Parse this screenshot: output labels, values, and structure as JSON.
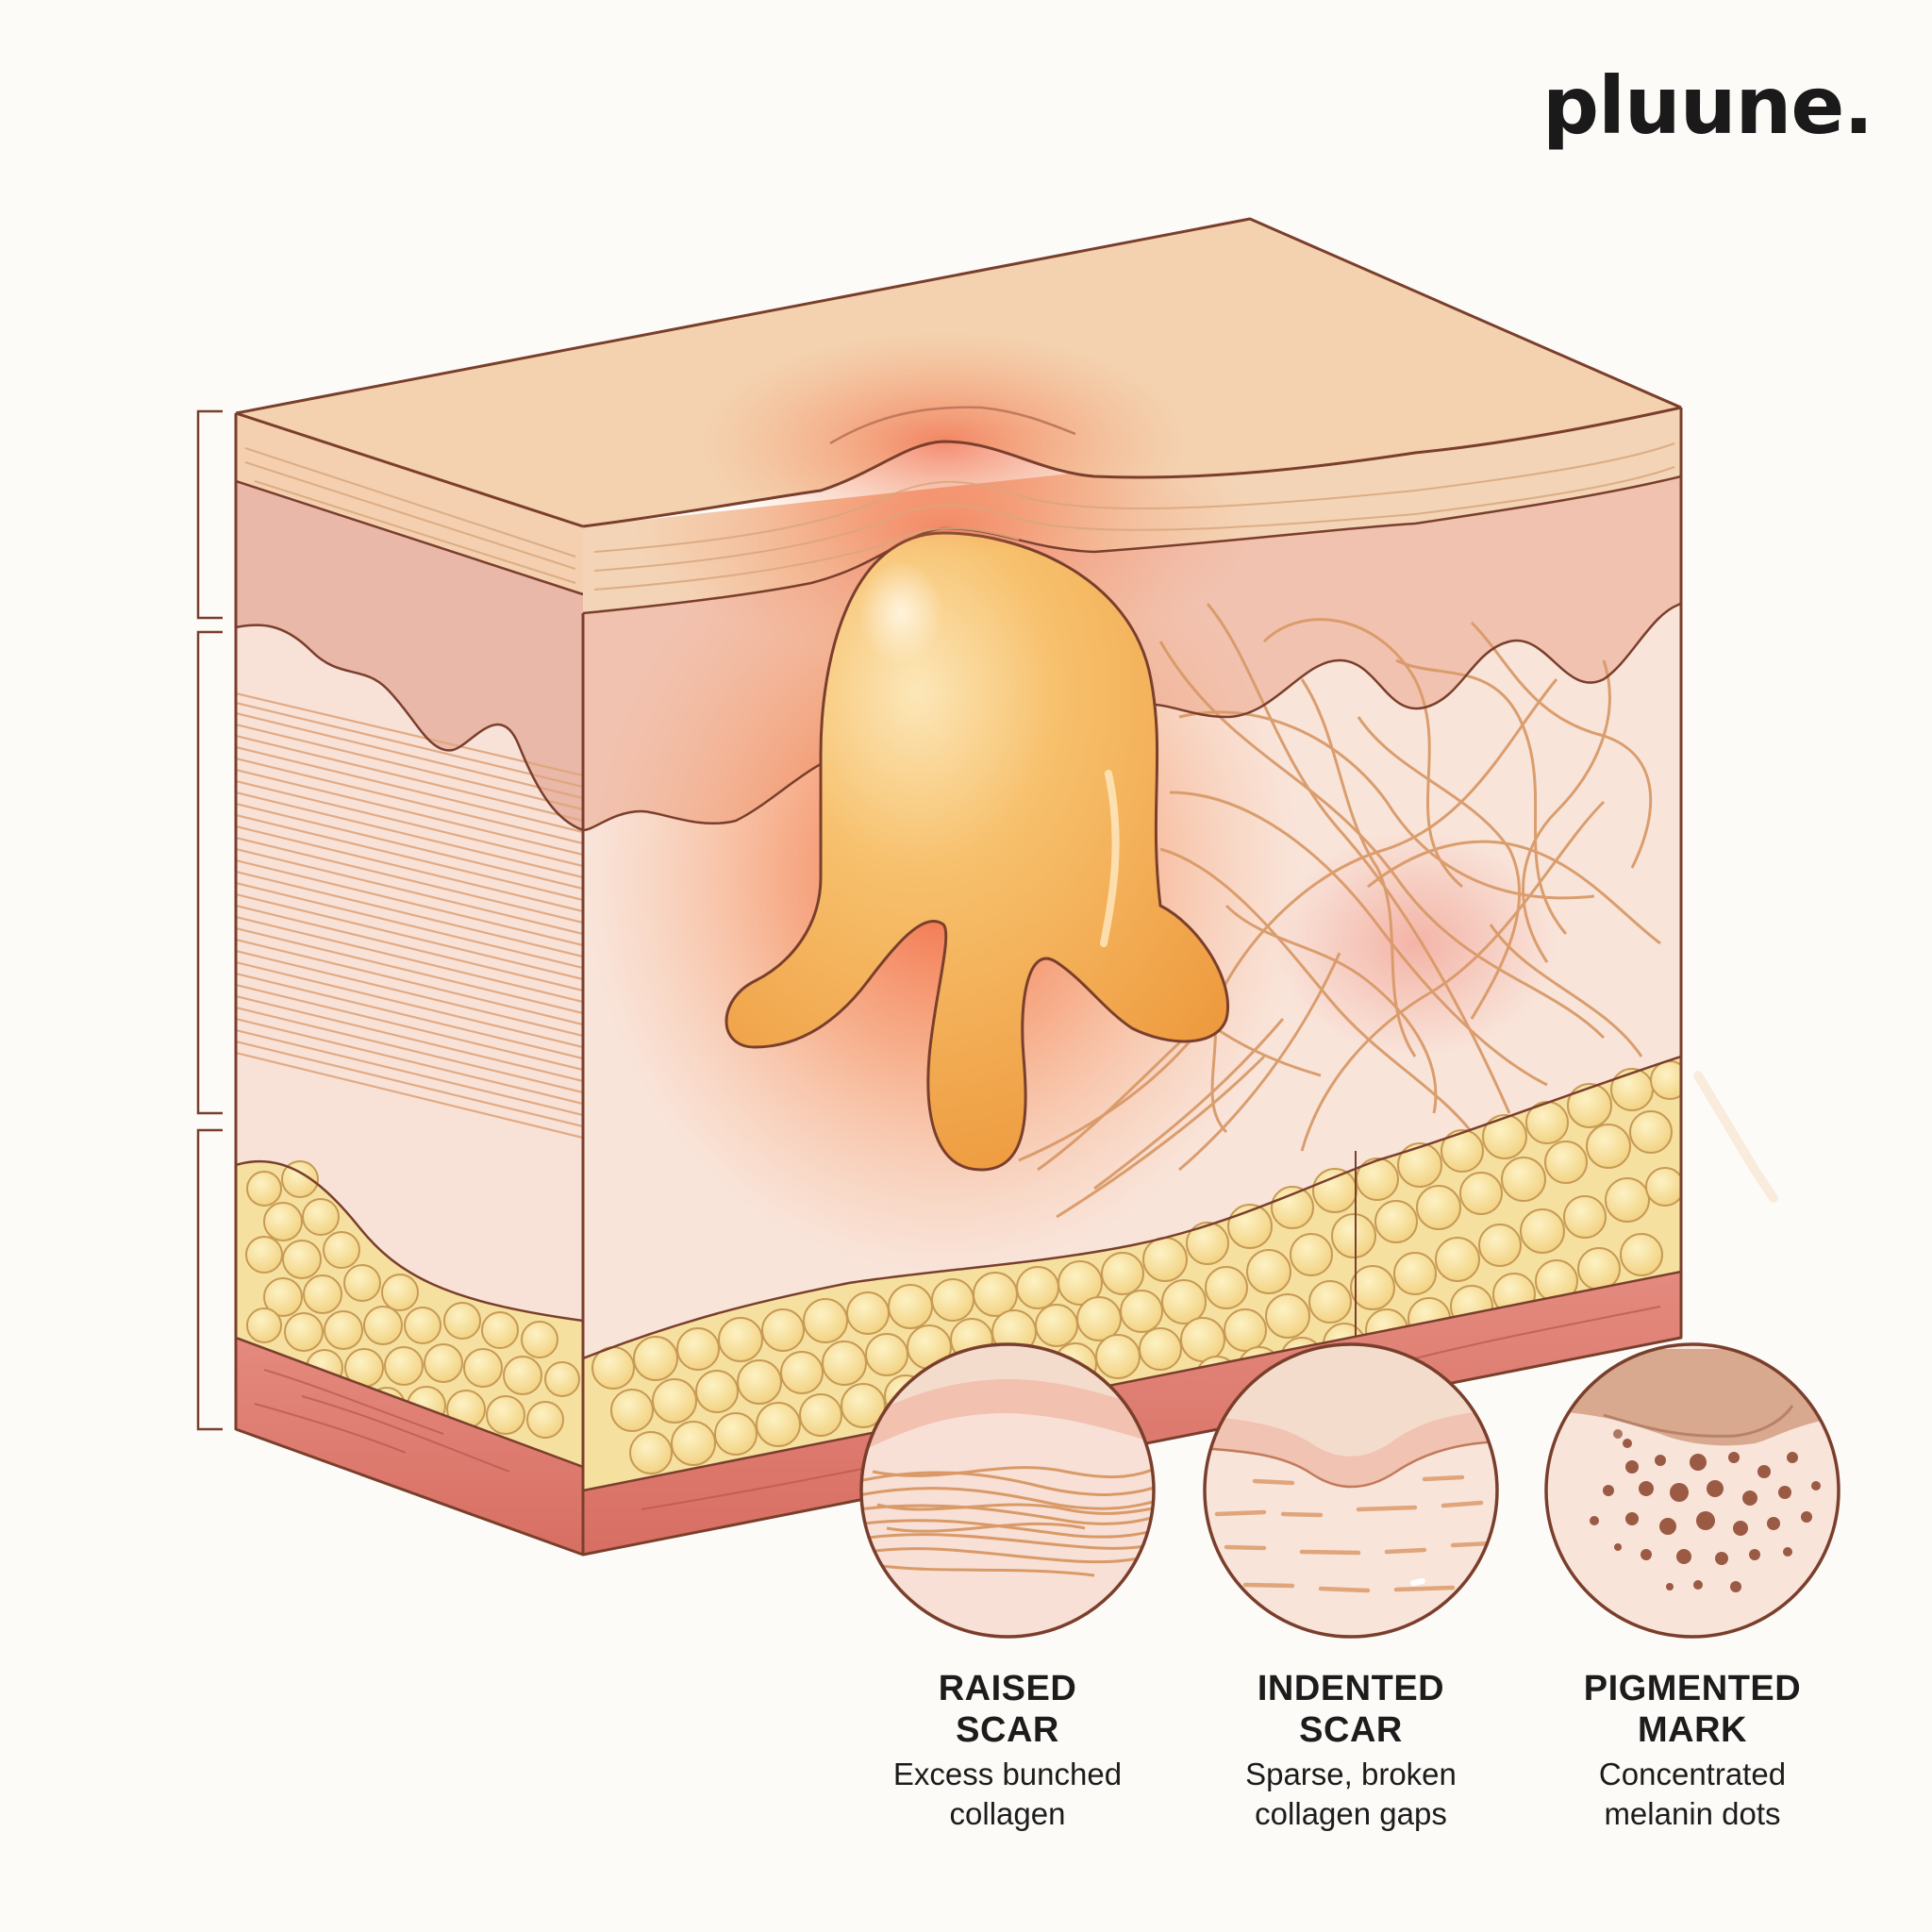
{
  "brand": {
    "name": "pluune."
  },
  "colors": {
    "outline": "#7a3f2c",
    "surface": "#f4d0b0",
    "epidermis": "#f0c4ad",
    "dermis": "#f8e0d6",
    "fat": "#f6dd96",
    "muscle": "#df7d72",
    "lesion": "#f4a94a",
    "inflammation": "#f26a4a",
    "collagen": "#e8a978",
    "melanin": "#9b5a44"
  },
  "icons": {
    "layer_brackets": "bracket-shape",
    "lesion": "inflamed-cyst-shape"
  },
  "insets": [
    {
      "id": "raised",
      "title_line1": "RAISED",
      "title_line2": "SCAR",
      "desc_line1": "Excess bunched",
      "desc_line2": "collagen"
    },
    {
      "id": "indented",
      "title_line1": "INDENTED",
      "title_line2": "SCAR",
      "desc_line1": "Sparse, broken",
      "desc_line2": "collagen gaps"
    },
    {
      "id": "pigmented",
      "title_line1": "PIGMENTED",
      "title_line2": "MARK",
      "desc_line1": "Concentrated",
      "desc_line2": "melanin dots"
    }
  ]
}
